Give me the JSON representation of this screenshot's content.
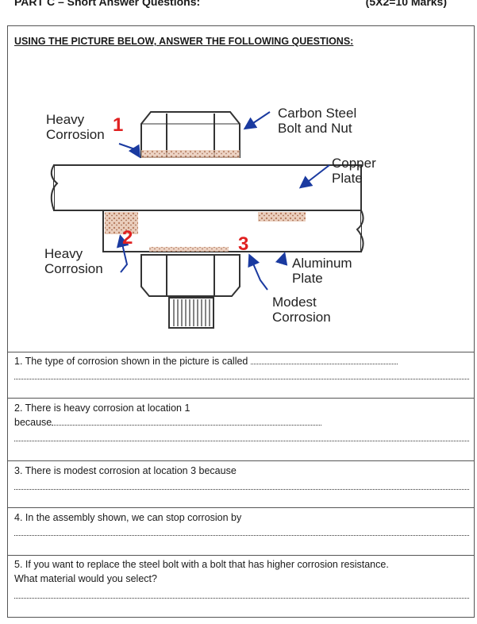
{
  "header": {
    "part_title": "PART C – Short Answer Questions:",
    "marks": "(5X2=10 Marks)"
  },
  "instruction": "USING THE PICTURE BELOW, ANSWER THE FOLLOWING QUESTIONS:",
  "figure": {
    "labels": {
      "heavy_corrosion_top_1": "Heavy",
      "heavy_corrosion_top_2": "Corrosion",
      "carbon_steel_1": "Carbon Steel",
      "carbon_steel_2": "Bolt and Nut",
      "copper_1": "Copper",
      "copper_2": "Plate",
      "heavy_corrosion_bottom_1": "Heavy",
      "heavy_corrosion_bottom_2": "Corrosion",
      "aluminum_1": "Aluminum",
      "aluminum_2": "Plate",
      "modest_1": "Modest",
      "modest_2": "Corrosion",
      "num1": "1",
      "num2": "2",
      "num3": "3"
    },
    "colors": {
      "number": "#e02020",
      "arrow": "#1a3aa0",
      "rust": "#c98a6a"
    }
  },
  "questions": [
    {
      "line1": "1. The type of corrosion shown in the picture is called",
      "line2": ""
    },
    {
      "line1": "2. There is heavy corrosion at location 1",
      "line2": "because"
    },
    {
      "line1": "3. There is modest corrosion at location 3 because",
      "line2": ""
    },
    {
      "line1": "4. In the assembly shown, we can stop corrosion by",
      "line2": ""
    },
    {
      "line1": "5. If you want to replace the steel bolt with a bolt that has higher corrosion resistance.",
      "line2": "What material would you select?"
    }
  ]
}
